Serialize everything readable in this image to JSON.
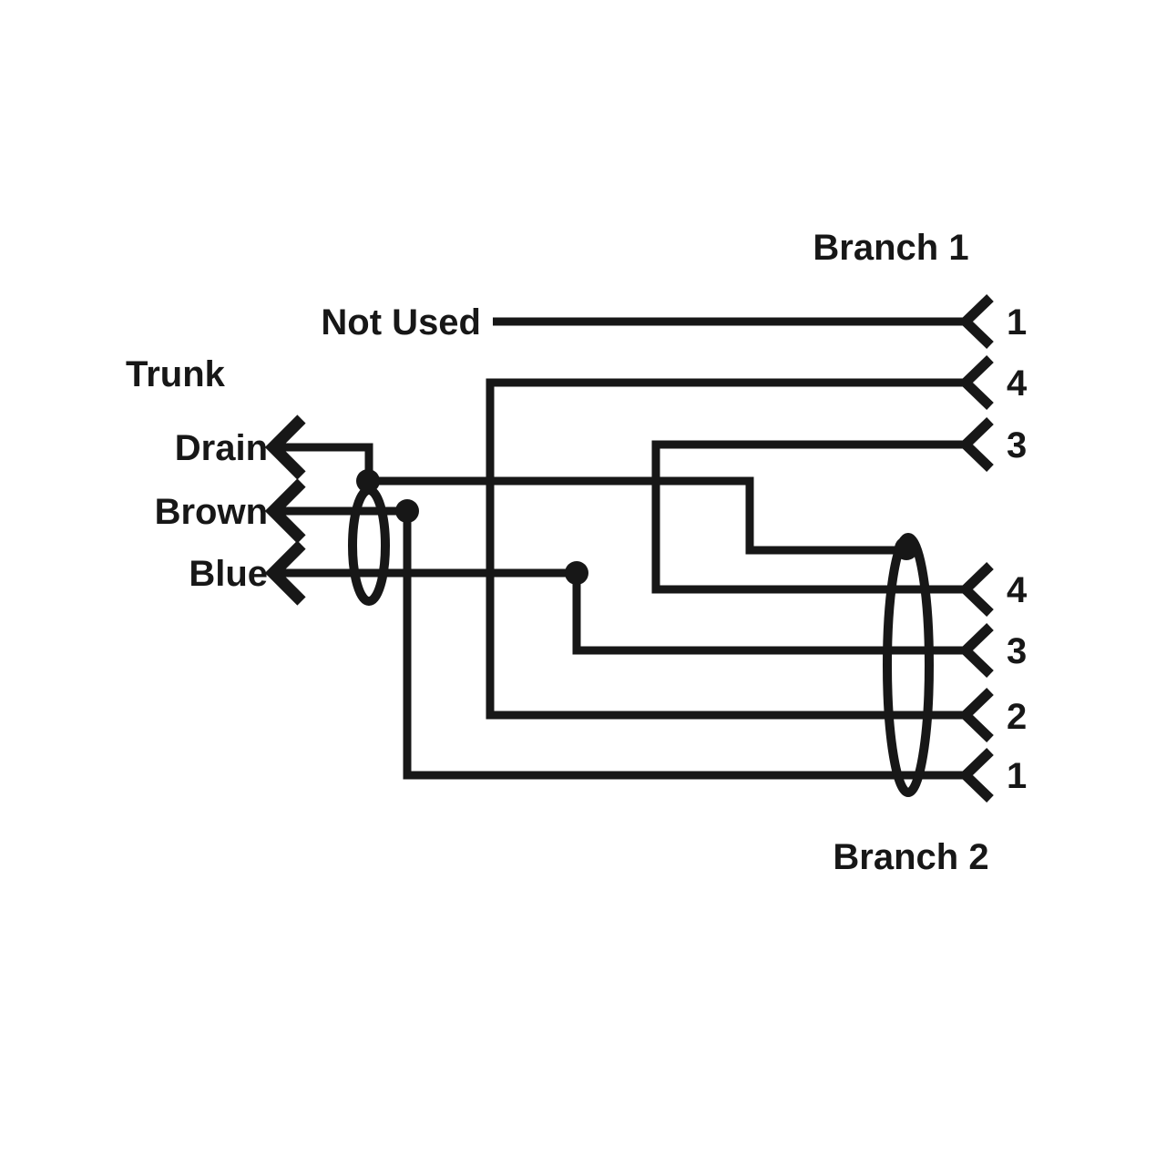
{
  "colors": {
    "line": "#171717",
    "background": "#ffffff"
  },
  "trunk": {
    "label": "Trunk",
    "wires": [
      {
        "name": "Drain"
      },
      {
        "name": "Brown"
      },
      {
        "name": "Blue"
      }
    ]
  },
  "not_used": {
    "label": "Not Used"
  },
  "branch1": {
    "label": "Branch 1",
    "pins": [
      "1",
      "4",
      "3"
    ]
  },
  "branch2": {
    "label": "Branch 2",
    "pins": [
      "4",
      "3",
      "2",
      "1"
    ]
  },
  "connections": [
    {
      "from": "Branch 1 pin 1",
      "to": "Not Used"
    },
    {
      "from": "Branch 1 pin 4",
      "to": "Branch 2 pin 2"
    },
    {
      "from": "Branch 1 pin 3",
      "to": "Branch 2 pin 4"
    },
    {
      "from": "Trunk Drain",
      "to": "Branch 2 shield"
    },
    {
      "from": "Trunk Brown",
      "to": "Branch 2 pin 1"
    },
    {
      "from": "Trunk Blue",
      "to": "Branch 2 pin 3"
    }
  ]
}
